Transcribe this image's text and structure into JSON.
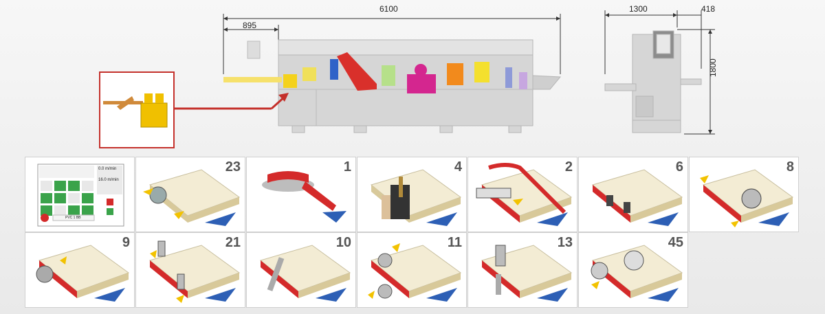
{
  "dimensions": {
    "overall_length": "6100",
    "infeed": "895",
    "depth": "1300",
    "side": "418",
    "height": "1800"
  },
  "process_tiles": [
    {
      "id": "control-panel",
      "label": ""
    },
    {
      "id": "pre-milling",
      "label": "23"
    },
    {
      "id": "edge-roll",
      "label": "1"
    },
    {
      "id": "glue-unit",
      "label": "4"
    },
    {
      "id": "edge-feed",
      "label": "2"
    },
    {
      "id": "pressure",
      "label": "6"
    },
    {
      "id": "end-trim",
      "label": "8"
    },
    {
      "id": "rough-trim",
      "label": "9"
    },
    {
      "id": "fine-trim",
      "label": "21"
    },
    {
      "id": "scraper",
      "label": "10"
    },
    {
      "id": "corner-round",
      "label": "11"
    },
    {
      "id": "glue-scraper",
      "label": "13"
    },
    {
      "id": "polishing",
      "label": "45"
    }
  ],
  "control_panel": {
    "speed1": "0.0 m/min",
    "speed2": "16.0 m/min",
    "program": "PVC 1 BB"
  },
  "colors": {
    "accent_red": "#d42a2a",
    "board_top": "#f3ecd4",
    "arrow_blue": "#2d5fb5",
    "arrow_yellow": "#f2c200",
    "machine_gray": "#cccccc"
  }
}
